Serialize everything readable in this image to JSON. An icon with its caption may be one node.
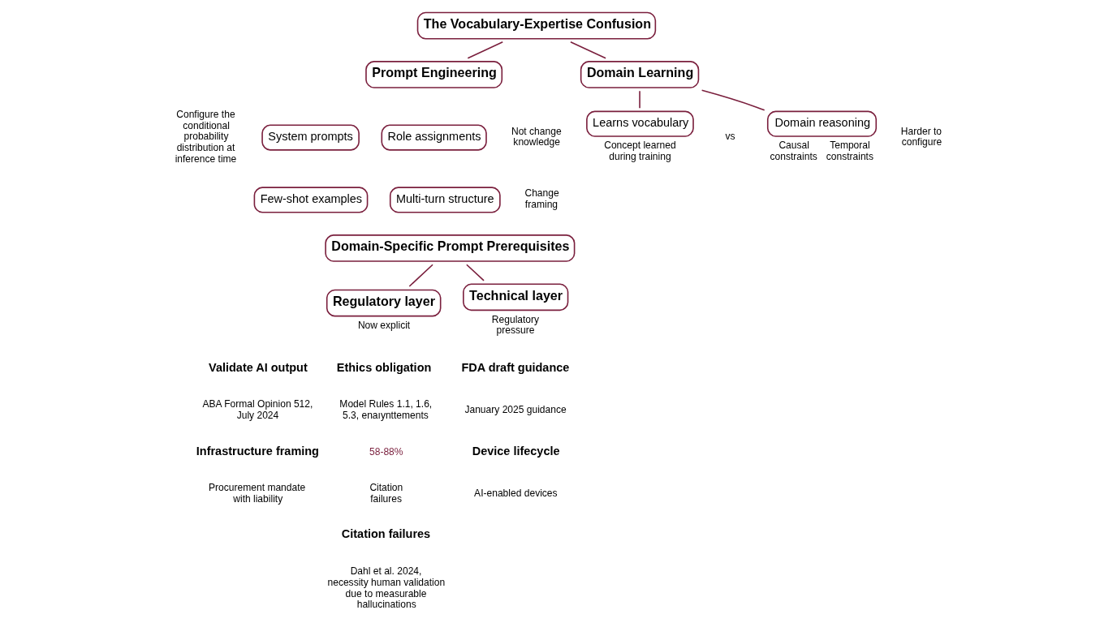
{
  "diagram": {
    "nodes": [
      {
        "text": [
          "The Vocabulary-Expertise Confusion"
        ]
      },
      {
        "text": [
          "Prompt Engineering"
        ]
      },
      {
        "text": [
          "Domain Learning"
        ]
      },
      {
        "text": [
          "System prompts"
        ]
      },
      {
        "text": [
          "Role assignments"
        ]
      },
      {
        "text": [
          "Few-shot examples"
        ]
      },
      {
        "text": [
          "Multi-turn structure"
        ]
      },
      {
        "text": [
          "Learns vocabulary"
        ],
        "beside": [
          "Concept learned during training"
        ]
      },
      {
        "text": [
          "Domain reasoning"
        ],
        "beside": [
          "Causal constraints",
          "Temporal constraints"
        ]
      },
      {
        "text": [
          "Domain-Specific Prompt Prerequisites"
        ]
      },
      {
        "text": [
          "Regulatory layer"
        ],
        "beside": [
          "Now explicit"
        ]
      },
      {
        "text": [
          "Technical layer"
        ],
        "beside": [
          "Regulatory pressure"
        ]
      }
    ],
    "edges": [
      {
        "from": 0,
        "to": 1,
        "arrow": "none"
      },
      {
        "from": 0,
        "to": 2,
        "arrow": "none"
      },
      {
        "from": 2,
        "to": 7,
        "arrow": "none"
      },
      {
        "from": 2,
        "to": 8,
        "arrow": "none"
      },
      {
        "from": 9,
        "to": 10,
        "arrow": "none"
      },
      {
        "from": 9,
        "to": 11,
        "arrow": "none"
      }
    ],
    "labels": [
      "Configure the conditional probability distribution at inference time",
      "Not change knowledge",
      "Change framing",
      "vs",
      "Harder to configure",
      "Validate AI output",
      "ABA Formal Opinion 512, July 2024",
      "Ethics obligation",
      "Model Rules 1.1, 1.6, 5.3, enaıynttements",
      "Infrastructure framing",
      "Procurement mandate with liability",
      "58-88%",
      "Citation failures",
      "Citation failures",
      "Dahl et al. 2024, necessity human validation due to measurable hallucinations",
      "FDA draft guidance",
      "January 2025 guidance",
      "Device lifecycle",
      "AI-enabled devices"
    ]
  }
}
